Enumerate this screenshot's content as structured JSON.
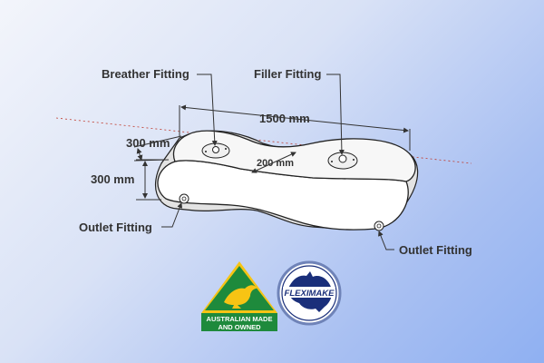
{
  "labels": {
    "breather": "Breather Fitting",
    "filler": "Filler Fitting",
    "outlet_left": "Outlet Fitting",
    "outlet_right": "Outlet Fitting"
  },
  "dimensions": {
    "length": "1500 mm",
    "top_width": "300 mm",
    "height": "300 mm",
    "waist": "200 mm"
  },
  "logos": {
    "australian_made": {
      "line1": "AUSTRALIAN MADE",
      "line2": "AND OWNED",
      "green": "#1e8a3c",
      "gold": "#f7c414"
    },
    "fleximake": {
      "text": "FLEXIMAKE",
      "navy": "#1a2f7a",
      "ring": "#6f83b8"
    }
  },
  "colors": {
    "tank_fill": "#ffffff",
    "tank_side": "#e3e3e3",
    "stroke": "#222222",
    "dim_line": "#333333",
    "center_dash": "#c0392b"
  }
}
